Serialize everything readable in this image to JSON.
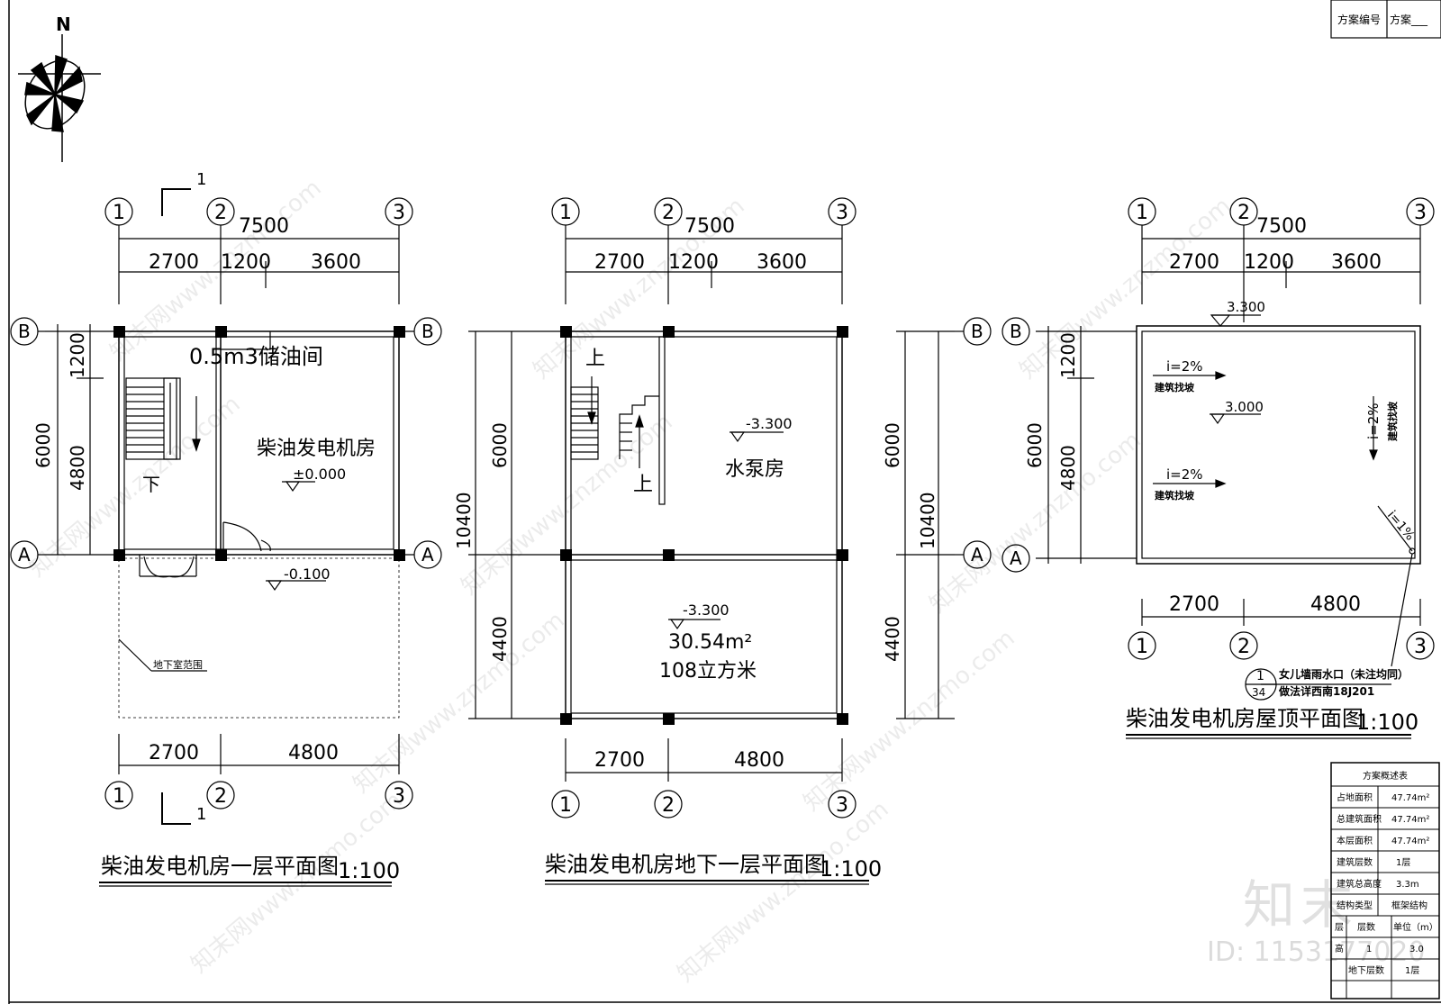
{
  "north": "N",
  "grid": {
    "c1": "1",
    "c2": "2",
    "c3": "3",
    "a": "A",
    "b": "B"
  },
  "dims": {
    "d7500": "7500",
    "d2700": "2700",
    "d1200": "1200",
    "d3600": "3600",
    "d4800": "4800",
    "d6000": "6000",
    "d10400": "10400",
    "d4400": "4400"
  },
  "section_mark": "1",
  "plan1": {
    "storage": "0.5m3储油间",
    "room": "柴油发电机房",
    "elev0": "±0.000",
    "elev_out": "-0.100",
    "down": "下",
    "basement_range": "地下室范围",
    "title": "柴油发电机房一层平面图",
    "scale": "1:100"
  },
  "plan2": {
    "up1": "上",
    "up2": "上",
    "elev": "-3.300",
    "pump": "水泵房",
    "elev2": "-3.300",
    "area": "30.54m²",
    "volume": "108立方米",
    "title": "柴油发电机房地下一层平面图",
    "scale": "1:100"
  },
  "plan3": {
    "e33": "3.300",
    "e30": "3.000",
    "slope": "i=2%",
    "slope_note": "建筑找坡",
    "slope1": "i=1%",
    "detail_top": "1",
    "detail_bot": "34",
    "note1": "女儿墙雨水口（未注均同）",
    "note2": "做法详西南18J201",
    "title": "柴油发电机房屋顶平面图",
    "scale": "1:100"
  },
  "titleblock": {
    "label1": "方案编号",
    "label2": "方案___"
  },
  "summary": {
    "title": "方案概述表",
    "rows": [
      [
        "占地面积",
        "47.74m²"
      ],
      [
        "总建筑面积",
        "47.74m²"
      ],
      [
        "本层面积",
        "47.74m²"
      ],
      [
        "建筑层数",
        "1层"
      ],
      [
        "建筑总高度",
        "3.3m"
      ],
      [
        "结构类型",
        "框架结构"
      ]
    ],
    "h_col1": "层",
    "h_col2": "层数",
    "h_col3": "单位（m）",
    "r1c1": "高",
    "r1c2": "1",
    "r1c3": "3.0",
    "r2c2": "地下层数",
    "r2c3": "1层"
  },
  "watermark": "知末网www.znzmo.com",
  "logo": "知末",
  "id": "ID: 1153177020"
}
